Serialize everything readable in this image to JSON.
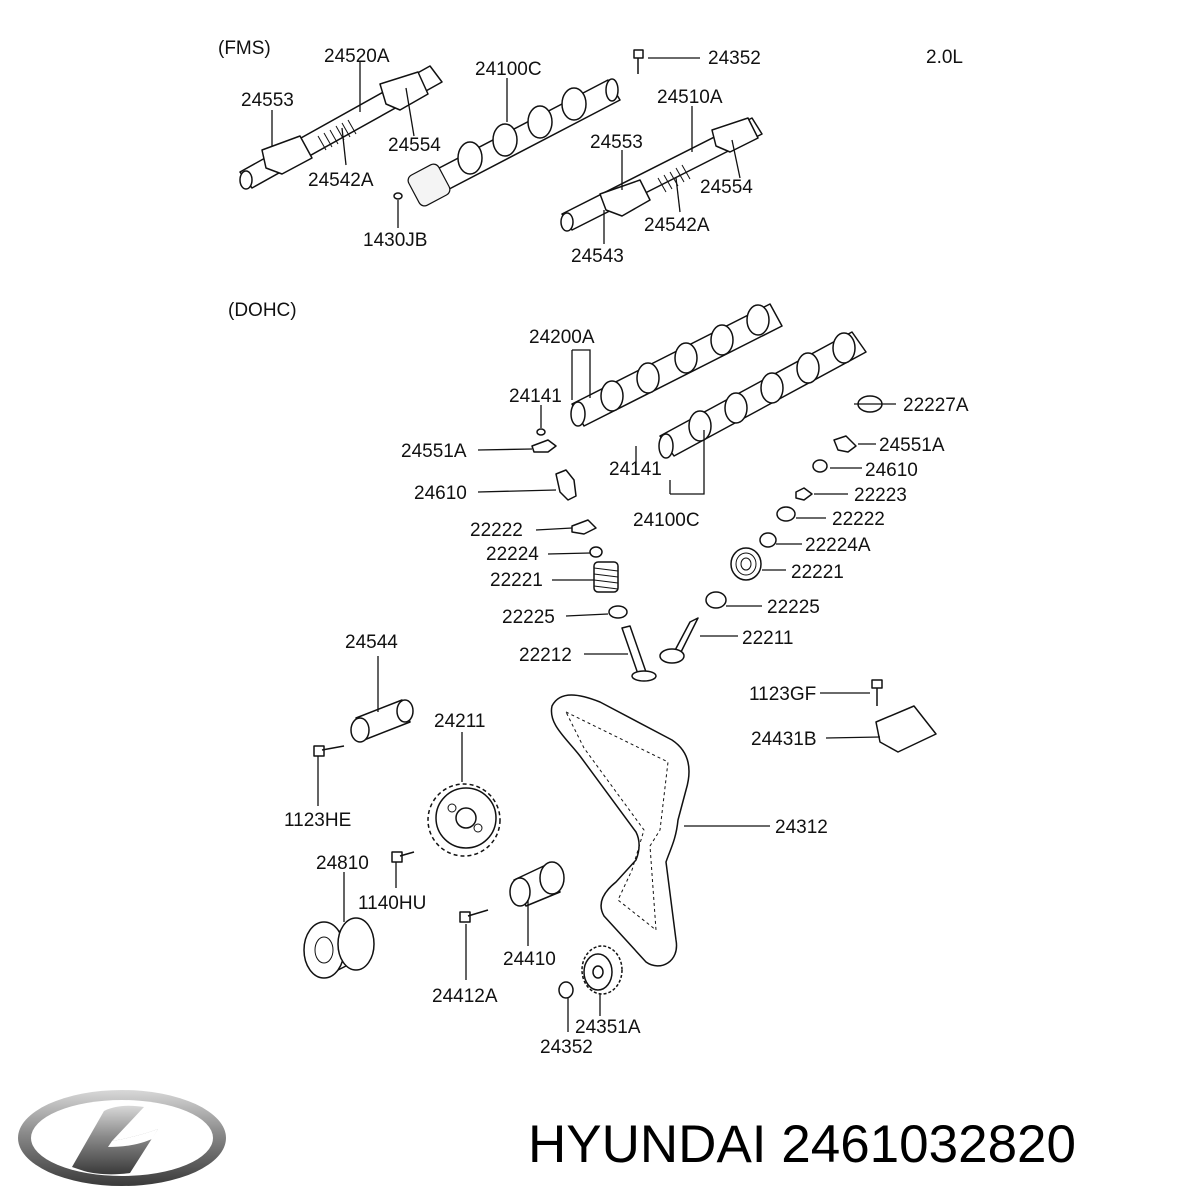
{
  "brand": {
    "text": "HYUNDAI 2461032820",
    "logo_icon": "hyundai-logo-icon"
  },
  "sections": {
    "fms_caption": "(FMS)",
    "engine_caption": "2.0L",
    "dohc_caption": "(DOHC)"
  },
  "part_numbers": {
    "fms": [
      {
        "id": "p-24520a",
        "text": "24520A"
      },
      {
        "id": "p-24100c-top",
        "text": "24100C"
      },
      {
        "id": "p-24352-top",
        "text": "24352"
      },
      {
        "id": "p-24553-left",
        "text": "24553"
      },
      {
        "id": "p-24554-left",
        "text": "24554"
      },
      {
        "id": "p-24542a-left",
        "text": "24542A"
      },
      {
        "id": "p-1430jb",
        "text": "1430JB"
      },
      {
        "id": "p-24510a",
        "text": "24510A"
      },
      {
        "id": "p-24553-right",
        "text": "24553"
      },
      {
        "id": "p-24554-right",
        "text": "24554"
      },
      {
        "id": "p-24542a-right",
        "text": "24542A"
      },
      {
        "id": "p-24543",
        "text": "24543"
      }
    ],
    "dohc": [
      {
        "id": "p-24200a",
        "text": "24200A"
      },
      {
        "id": "p-24141-left",
        "text": "24141"
      },
      {
        "id": "p-22227a",
        "text": "22227A"
      },
      {
        "id": "p-24551a-left",
        "text": "24551A"
      },
      {
        "id": "p-24551a-right",
        "text": "24551A"
      },
      {
        "id": "p-24610-right",
        "text": "24610"
      },
      {
        "id": "p-24141-right",
        "text": "24141"
      },
      {
        "id": "p-24610-left",
        "text": "24610"
      },
      {
        "id": "p-22223",
        "text": "22223"
      },
      {
        "id": "p-22222-left",
        "text": "22222"
      },
      {
        "id": "p-24100c-dohc",
        "text": "24100C"
      },
      {
        "id": "p-22222-right",
        "text": "22222"
      },
      {
        "id": "p-22224",
        "text": "22224"
      },
      {
        "id": "p-22224a",
        "text": "22224A"
      },
      {
        "id": "p-22221-left",
        "text": "22221"
      },
      {
        "id": "p-22221-right",
        "text": "22221"
      },
      {
        "id": "p-22225-left",
        "text": "22225"
      },
      {
        "id": "p-22225-right",
        "text": "22225"
      },
      {
        "id": "p-22211",
        "text": "22211"
      },
      {
        "id": "p-22212",
        "text": "22212"
      },
      {
        "id": "p-24544",
        "text": "24544"
      },
      {
        "id": "p-1123gf",
        "text": "1123GF"
      },
      {
        "id": "p-24431b",
        "text": "24431B"
      },
      {
        "id": "p-24211",
        "text": "24211"
      },
      {
        "id": "p-24312",
        "text": "24312"
      },
      {
        "id": "p-1123he",
        "text": "1123HE"
      },
      {
        "id": "p-24810",
        "text": "24810"
      },
      {
        "id": "p-1140hu",
        "text": "1140HU"
      },
      {
        "id": "p-24410",
        "text": "24410"
      },
      {
        "id": "p-24412a",
        "text": "24412A"
      },
      {
        "id": "p-24351a",
        "text": "24351A"
      },
      {
        "id": "p-24352-bottom",
        "text": "24352"
      }
    ]
  }
}
